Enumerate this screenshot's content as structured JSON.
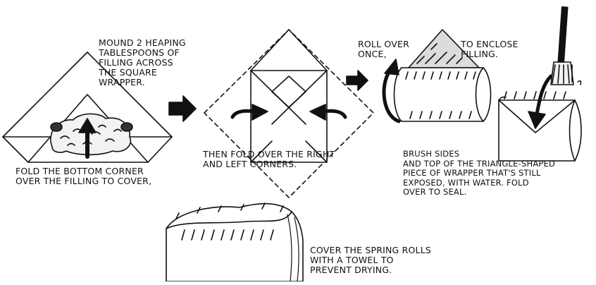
{
  "steps": {
    "mound": "Mound 2 heaping\ntablespoons of\nfilling across\nthe square\nwrapper.",
    "fold_bottom": "Fold the bottom corner\nover the filling to cover,",
    "fold_sides": "Then fold over the right\nand left corners.",
    "roll_over": "Roll over\nonce,",
    "to_enclose": "to enclose\nfilling.",
    "brush": "Brush sides\nand top of the triangle-shaped\npiece of wrapper that's still\nexposed, with water. Fold\nover to seal.",
    "cover": "Cover the spring rolls\nwith a towel to\nprevent drying."
  }
}
